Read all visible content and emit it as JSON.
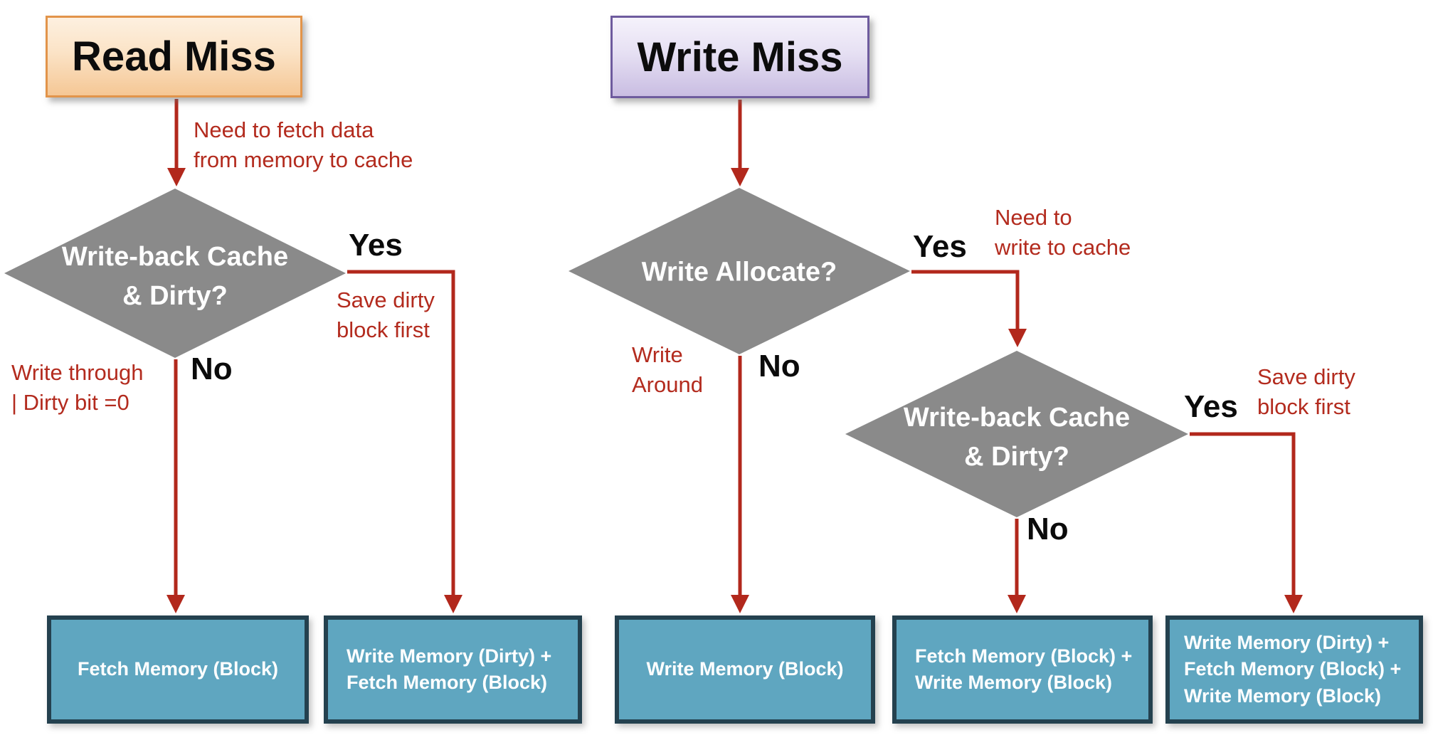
{
  "palette": {
    "arrow_red": "#b2281c",
    "annotation_red": "#b32b1e",
    "diamond_gray": "#8a8a8a",
    "diamond_text": "#ffffff",
    "result_fill": "#5fa6c0",
    "result_border": "#24414f",
    "result_text": "#ffffff",
    "read_miss_border": "#e2944a",
    "read_miss_fill_top": "#fdf0e0",
    "read_miss_fill_bottom": "#f5c795",
    "write_miss_border": "#6e5b9e",
    "write_miss_fill_top": "#f5f2fb",
    "write_miss_fill_bottom": "#c9bde2",
    "branch_label_black": "#0b0b0b"
  },
  "nodes": {
    "read_miss": "Read Miss",
    "write_miss": "Write Miss",
    "decision_left": "Write-back Cache\n& Dirty?",
    "decision_mid": "Write Allocate?",
    "decision_right": "Write-back Cache\n& Dirty?"
  },
  "branches": {
    "left_yes": "Yes",
    "left_no": "No",
    "mid_yes": "Yes",
    "mid_no": "No",
    "right_yes": "Yes",
    "right_no": "No"
  },
  "annotations": {
    "need_fetch": "Need to fetch data\nfrom memory to cache",
    "save_dirty_left": "Save dirty\nblock first",
    "write_through": "Write through\n| Dirty bit =0",
    "write_around": "Write\nAround",
    "need_write": "Need to\nwrite to cache",
    "save_dirty_right": "Save dirty\nblock first"
  },
  "results": [
    {
      "text": "Fetch Memory (Block)"
    },
    {
      "text": "Write Memory (Dirty) +\nFetch Memory (Block)"
    },
    {
      "text": "Write Memory (Block)"
    },
    {
      "text": "Fetch Memory (Block) +\nWrite Memory (Block)"
    },
    {
      "text": "Write Memory (Dirty) +\nFetch Memory (Block) +\nWrite Memory (Block)"
    }
  ]
}
